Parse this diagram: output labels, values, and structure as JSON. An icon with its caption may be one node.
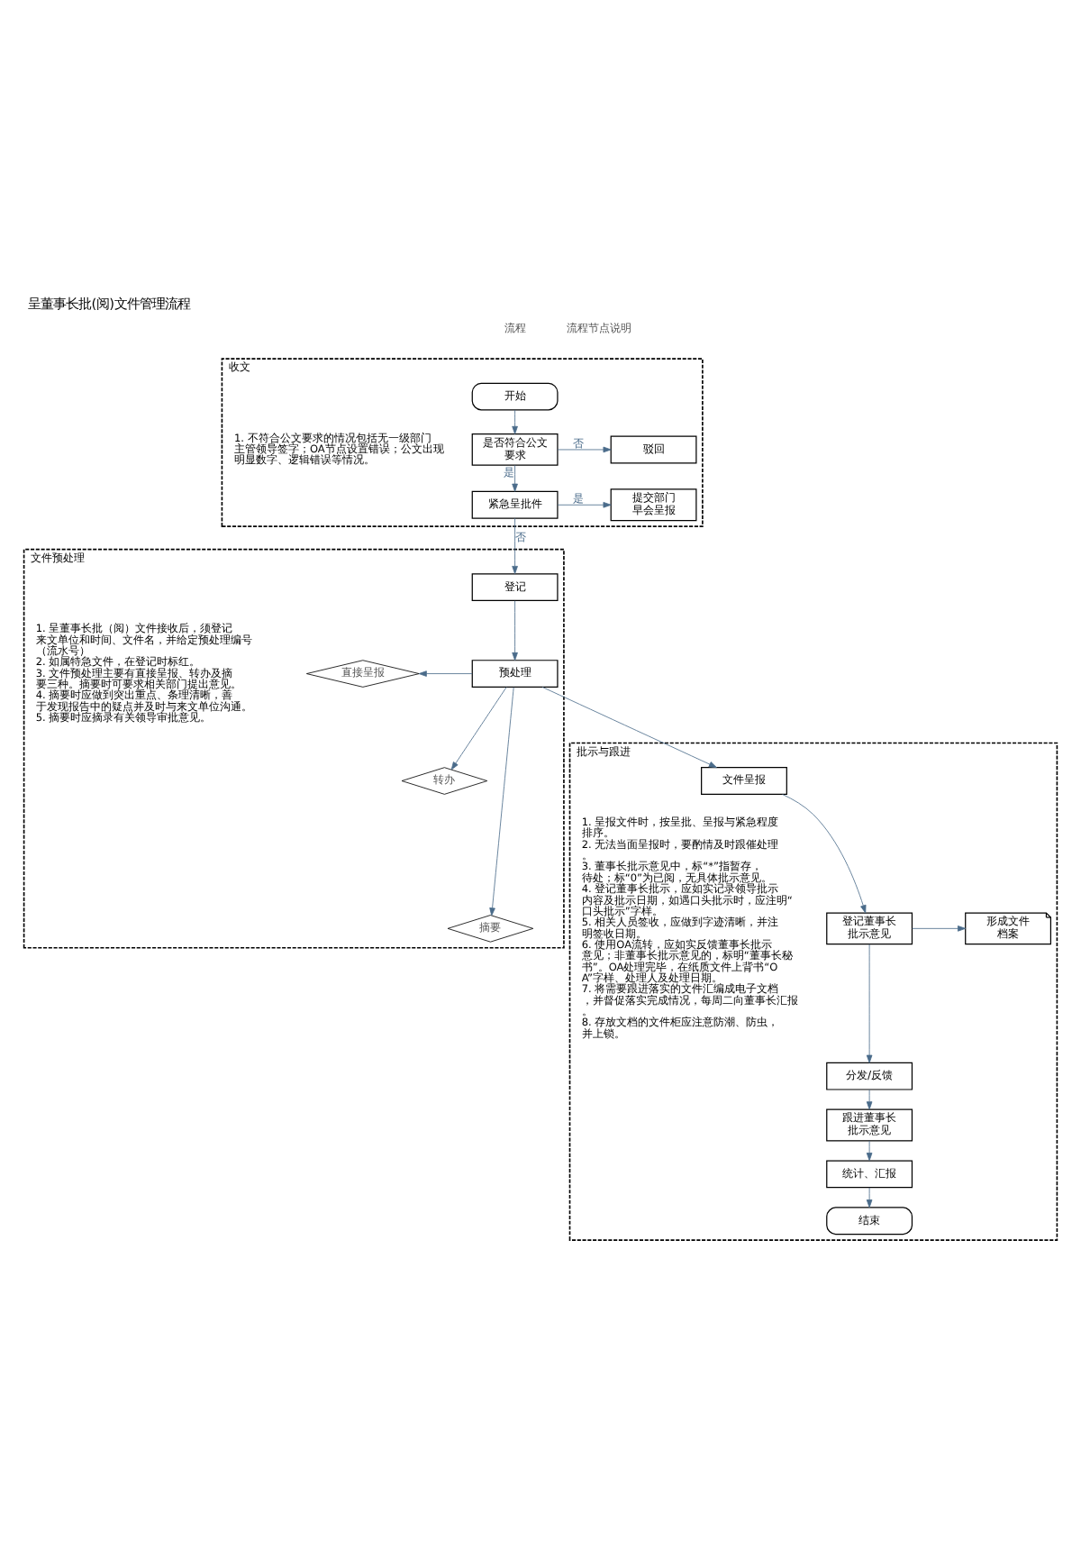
{
  "diagram": {
    "title": "呈董事长批(阅)文件管理流程",
    "nodes": [
      {
        "text": [
          "收文"
        ]
      },
      {
        "text": [
          "开始"
        ],
        "in": 0
      },
      {
        "text": [
          "是否符合公文要求"
        ],
        "in": 0
      },
      {
        "text": [
          "驳回"
        ],
        "in": 0
      },
      {
        "text": [
          "紧急呈批件"
        ],
        "in": 0
      },
      {
        "text": [
          "提交部门早会呈报"
        ],
        "in": 0
      },
      {
        "text": [
          "文件预处理"
        ]
      },
      {
        "text": [
          "登记"
        ],
        "in": 6
      },
      {
        "text": [
          "预处理"
        ],
        "in": 6
      },
      {
        "text": [
          "直接呈报"
        ],
        "in": 6
      },
      {
        "text": [
          "转办"
        ],
        "in": 6
      },
      {
        "text": [
          "摘要"
        ],
        "in": 6
      },
      {
        "text": [
          "批示与跟进"
        ]
      },
      {
        "text": [
          "文件呈报"
        ],
        "in": 12
      },
      {
        "text": [
          "登记董事长批示意见"
        ],
        "in": 12
      },
      {
        "text": [
          "形成文件档案"
        ],
        "in": 12
      },
      {
        "text": [
          "分发/反馈"
        ],
        "in": 12
      },
      {
        "text": [
          "跟进董事长批示意见"
        ],
        "in": 12
      },
      {
        "text": [
          "统计、汇报"
        ],
        "in": 12
      },
      {
        "text": [
          "结束"
        ],
        "in": 12
      }
    ],
    "edges": [
      {
        "from": 1,
        "to": 2,
        "arrow": "to"
      },
      {
        "from": 2,
        "to": 3,
        "arrow": "to",
        "label": "否"
      },
      {
        "from": 2,
        "to": 4,
        "arrow": "to",
        "label": "是"
      },
      {
        "from": 4,
        "to": 5,
        "arrow": "to",
        "label": "是"
      },
      {
        "from": 4,
        "to": 7,
        "arrow": "to",
        "label": "否"
      },
      {
        "from": 7,
        "to": 8,
        "arrow": "to"
      },
      {
        "from": 8,
        "to": 9,
        "arrow": "to"
      },
      {
        "from": 8,
        "to": 10,
        "arrow": "to"
      },
      {
        "from": 8,
        "to": 11,
        "arrow": "to"
      },
      {
        "from": 8,
        "to": 13,
        "arrow": "to"
      },
      {
        "from": 13,
        "to": 14,
        "arrow": "to"
      },
      {
        "from": 14,
        "to": 15,
        "arrow": "to"
      },
      {
        "from": 14,
        "to": 16,
        "arrow": "to"
      },
      {
        "from": 16,
        "to": 17,
        "arrow": "to"
      },
      {
        "from": 17,
        "to": 18,
        "arrow": "to"
      },
      {
        "from": 18,
        "to": 19,
        "arrow": "to"
      }
    ],
    "labels": [
      "流程",
      "流程节点说明",
      "1. 不符合公文要求的情况包括无一级部门主管领导签字；OA节点设置错误；公文出现明显数字、逻辑错误等情况。",
      "1. 呈董事长批（阅）文件接收后，须登记来文单位和时间、文件名，并给定预处理编号（流水号）",
      "2. 如属特急文件，在登记时标红。",
      "3. 文件预处理主要有直接呈报、转办及摘要三种。摘要时可要求相关部门提出意见。",
      "4. 摘要时应做到突出重点、条理清晰，善于发现报告中的疑点并及时与来文单位沟通。",
      "5. 摘要时应摘录有关领导审批意见。",
      "1. 呈报文件时，按呈批、呈报与紧急程度排序。",
      "2. 无法当面呈报时，要酌情及时跟催处理。",
      "3. 董事长批示意见中，标“*”指暂存，待处；标“0”为已阅，无具体批示意见。",
      "4. 登记董事长批示，应如实记录领导批示内容及批示日期，如遇口头批示时，应注明“口头批示”字样。",
      "5. 相关人员签收，应做到字迹清晰，并注明签收日期。",
      "6. 使用OA流转，应如实反馈董事长批示意见；非董事长批示意见的，标明“董事长秘书”。OA处理完毕，在纸质文件上背书“OA”字样、处理人及处理日期。",
      "7. 将需要跟进落实的文件汇编成电子文档，并督促落实完成情况，每周二向董事长汇报。",
      "8. 存放文档的文件柜应注意防潮、防虫，并上锁。"
    ]
  }
}
